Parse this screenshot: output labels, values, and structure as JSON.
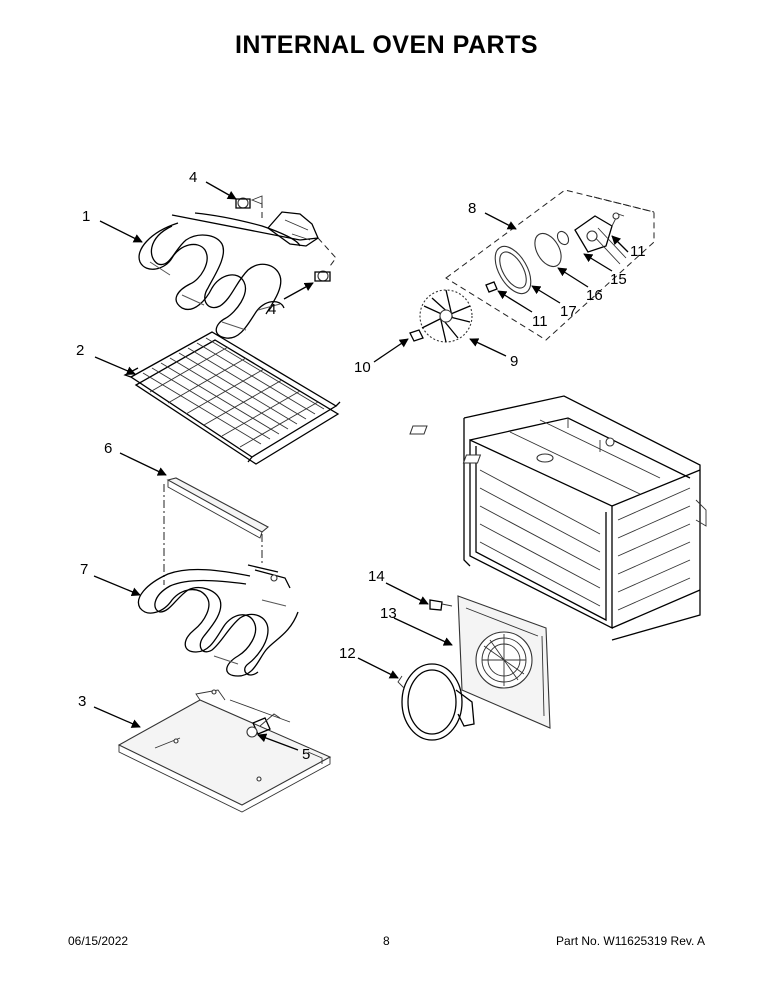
{
  "title": "INTERNAL OVEN PARTS",
  "footer": {
    "date": "06/15/2022",
    "page": "8",
    "part": "Part No.  W11625319  Rev.  A"
  },
  "callouts": {
    "c1": "1",
    "c2": "2",
    "c3": "3",
    "c4a": "4",
    "c4b": "4",
    "c5": "5",
    "c6": "6",
    "c7": "7",
    "c8": "8",
    "c9": "9",
    "c10": "10",
    "c11a": "11",
    "c11b": "11",
    "c12": "12",
    "c13": "13",
    "c14": "14",
    "c15": "15",
    "c16": "16",
    "c17": "17"
  }
}
